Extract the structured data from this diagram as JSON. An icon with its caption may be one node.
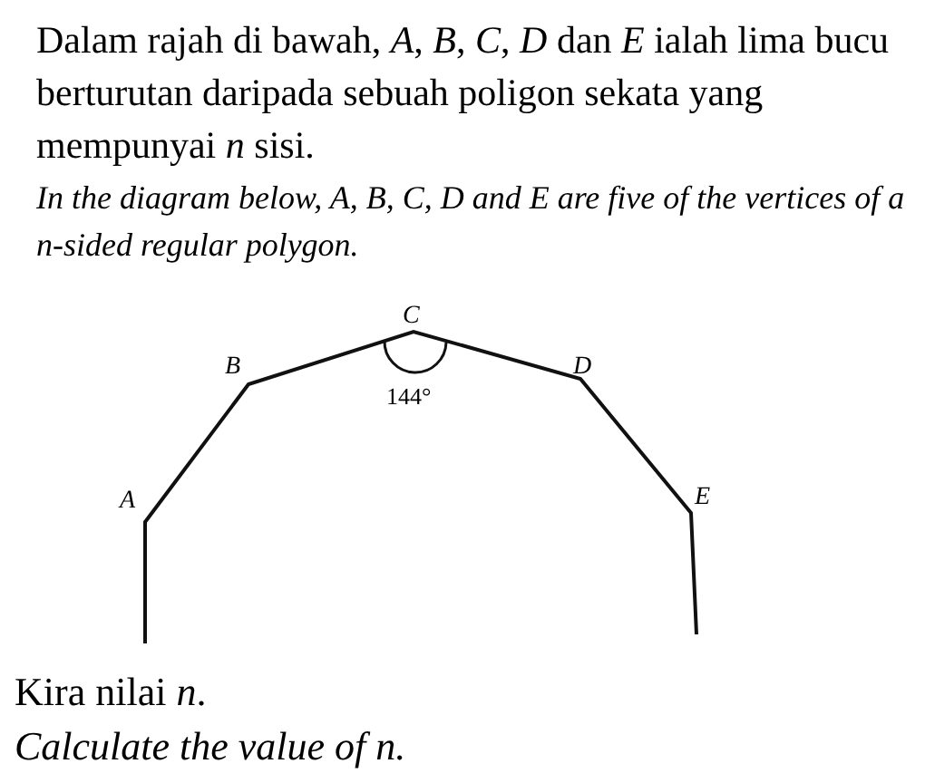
{
  "diagram": {
    "labels": [
      "Dalam rajah di bawah, *A*, *B*, *C*, *D* dan *E* ialah lima bucu berturutan daripada sebuah poligon sekata yang mempunyai *n* sisi.",
      "In the diagram below, A, B, C, D and E are five of the vertices of a n-sided regular polygon.",
      "C",
      "B",
      "D",
      "144°",
      "A",
      "E",
      "Kira nilai *n*.",
      "Calculate the value of n."
    ]
  }
}
